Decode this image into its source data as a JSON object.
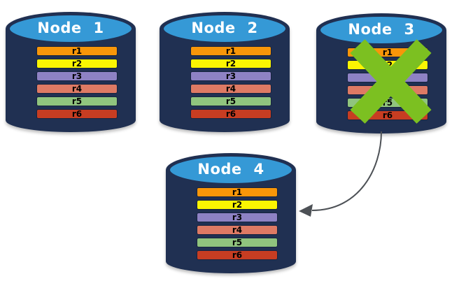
{
  "diagram": {
    "type": "database-cluster-failover",
    "colors": {
      "body": "#203052",
      "top": "#3599D6",
      "node_text": "#FFFFFF",
      "row_text": "#000000",
      "cross": "#7CC021",
      "arrow": "#4D5156"
    },
    "nodes": [
      {
        "id": "node-1",
        "label": "Node 1",
        "failed": false,
        "rows": [
          {
            "label": "r1",
            "color": "#F89609"
          },
          {
            "label": "r2",
            "color": "#FBF502"
          },
          {
            "label": "r3",
            "color": "#8E82C4"
          },
          {
            "label": "r4",
            "color": "#DE7A64"
          },
          {
            "label": "r5",
            "color": "#90C47E"
          },
          {
            "label": "r6",
            "color": "#C73D22"
          }
        ]
      },
      {
        "id": "node-2",
        "label": "Node 2",
        "failed": false,
        "rows": [
          {
            "label": "r1",
            "color": "#F89609"
          },
          {
            "label": "r2",
            "color": "#FBF502"
          },
          {
            "label": "r3",
            "color": "#8E82C4"
          },
          {
            "label": "r4",
            "color": "#DE7A64"
          },
          {
            "label": "r5",
            "color": "#90C47E"
          },
          {
            "label": "r6",
            "color": "#C73D22"
          }
        ]
      },
      {
        "id": "node-3",
        "label": "Node 3",
        "failed": true,
        "rows": [
          {
            "label": "r1",
            "color": "#F89609"
          },
          {
            "label": "r2",
            "color": "#FBF502"
          },
          {
            "label": "r3",
            "color": "#8E82C4"
          },
          {
            "label": "r4",
            "color": "#DE7A64"
          },
          {
            "label": "r5",
            "color": "#90C47E"
          },
          {
            "label": "r6",
            "color": "#C73D22"
          }
        ]
      },
      {
        "id": "node-4",
        "label": "Node 4",
        "failed": false,
        "rows": [
          {
            "label": "r1",
            "color": "#F89609"
          },
          {
            "label": "r2",
            "color": "#FBF502"
          },
          {
            "label": "r3",
            "color": "#8E82C4"
          },
          {
            "label": "r4",
            "color": "#DE7A64"
          },
          {
            "label": "r5",
            "color": "#90C47E"
          },
          {
            "label": "r6",
            "color": "#C73D22"
          }
        ]
      }
    ],
    "arrow": {
      "from": "node-3",
      "to": "node-4"
    }
  }
}
